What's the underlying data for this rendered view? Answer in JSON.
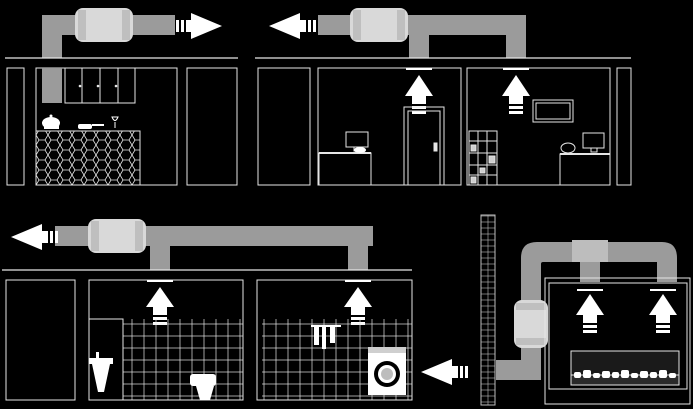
{
  "diagram": {
    "colors": {
      "background": "#000000",
      "line": "#e6e6e6",
      "duct": "#9b9b9b",
      "fan": "#d9d9d9",
      "arrow": "#ffffff"
    },
    "scenes": [
      {
        "name": "kitchen-office-exhaust",
        "airflow": "right"
      },
      {
        "name": "office-reception-exhaust",
        "airflow": "left"
      },
      {
        "name": "bathroom-laundry-exhaust",
        "airflow": "left"
      },
      {
        "name": "showroom-exhaust",
        "airflow": "left"
      }
    ]
  }
}
